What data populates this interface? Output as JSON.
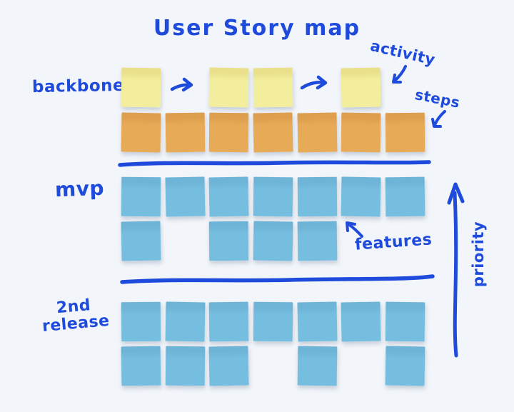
{
  "title": "User Story map",
  "palette": {
    "ink": "#1e4bdb",
    "bg": "#f2f5f9",
    "note_yellow": "#f3ee9d",
    "note_yellow_top": "#eae08c",
    "note_orange": "#e7aa57",
    "note_orange_top": "#dd9f4d",
    "note_blue": "#76bedf",
    "note_blue_top": "#6db4d7"
  },
  "sections": {
    "backbone": {
      "label": "backbone"
    },
    "mvp": {
      "label": "mvp"
    },
    "second_release": {
      "line1": "2nd",
      "line2": "release"
    }
  },
  "annotations": {
    "activity": "activity",
    "steps": "steps",
    "features": "features",
    "priority": "priority"
  },
  "diagram": {
    "columns": 7,
    "note_rows": [
      {
        "id": "activities-row",
        "section": "backbone",
        "color": "yellow",
        "columns_filled": [
          1,
          3,
          4,
          6
        ]
      },
      {
        "id": "steps-row",
        "section": "backbone",
        "color": "orange",
        "columns_filled": [
          1,
          2,
          3,
          4,
          5,
          6,
          7
        ]
      },
      {
        "id": "mvp-row-1",
        "section": "mvp",
        "color": "blue",
        "columns_filled": [
          1,
          2,
          3,
          4,
          5,
          6,
          7
        ]
      },
      {
        "id": "mvp-row-2",
        "section": "mvp",
        "color": "blue",
        "columns_filled": [
          1,
          3,
          4,
          5
        ]
      },
      {
        "id": "release2-row-1",
        "section": "2nd release",
        "color": "blue",
        "columns_filled": [
          1,
          2,
          3,
          4,
          5,
          6,
          7
        ]
      },
      {
        "id": "release2-row-2",
        "section": "2nd release",
        "color": "blue",
        "columns_filled": [
          1,
          2,
          3,
          5,
          7
        ]
      }
    ],
    "flow_arrow_count": 2,
    "separator_count": 2
  }
}
